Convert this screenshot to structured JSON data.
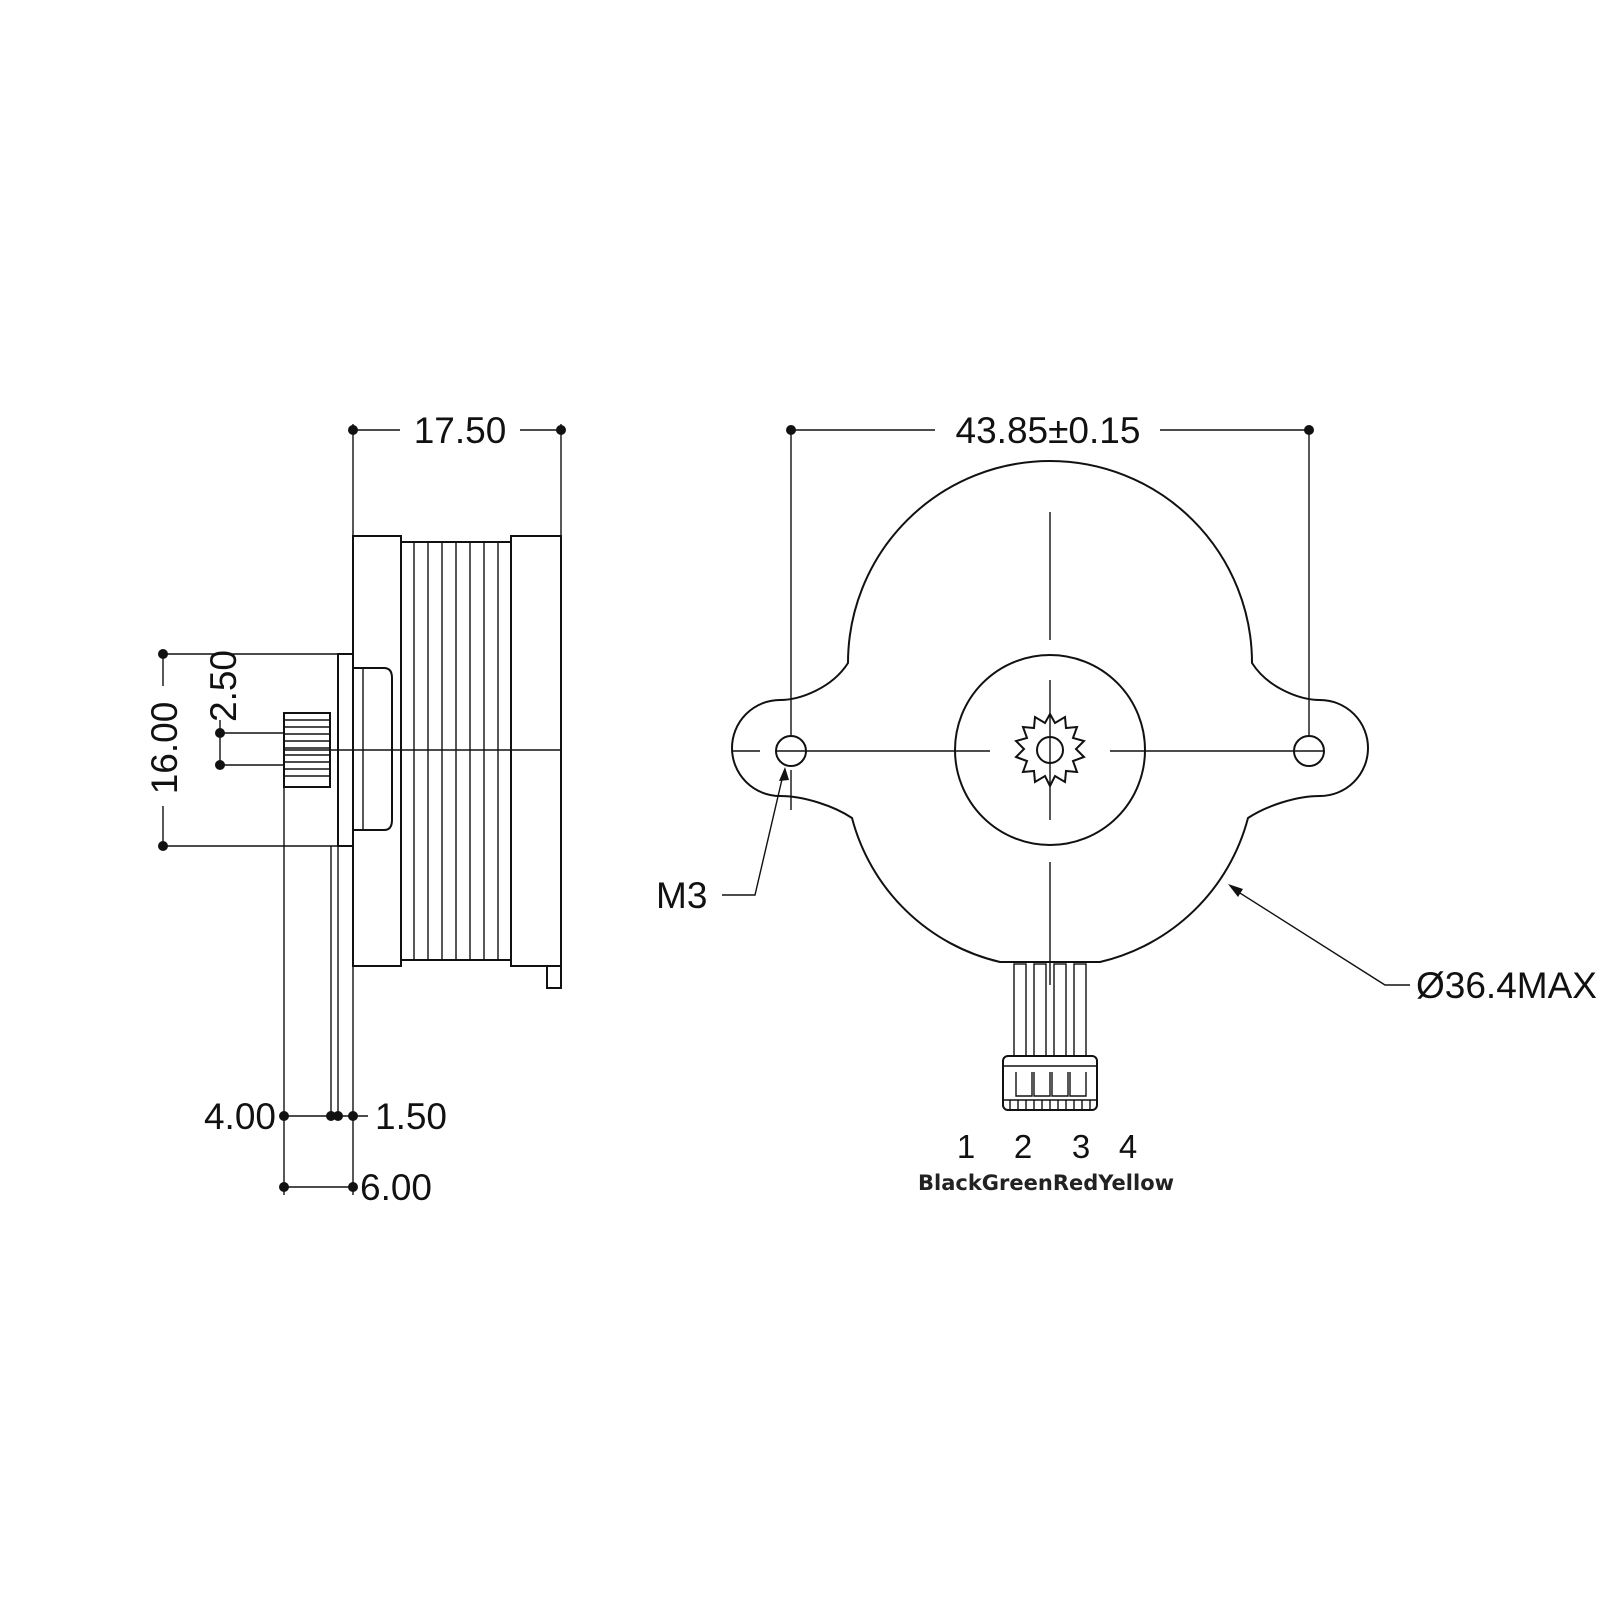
{
  "side_view": {
    "dim_length": "17.50",
    "dim_flange_dia": "16.00",
    "dim_gear_dia": "2.50",
    "dim_shaft_length": "4.00",
    "dim_flange_thickness": "1.50",
    "dim_total_protrusion": "6.00"
  },
  "front_view": {
    "dim_hole_spacing": "43.85±0.15",
    "label_thread": "M3",
    "label_body_dia": "Ø36.4MAX"
  },
  "connector": {
    "pins": [
      {
        "number": "1",
        "color_name": "Black"
      },
      {
        "number": "2",
        "color_name": "Green"
      },
      {
        "number": "3",
        "color_name": "Red"
      },
      {
        "number": "4",
        "color_name": "Yellow"
      }
    ]
  }
}
